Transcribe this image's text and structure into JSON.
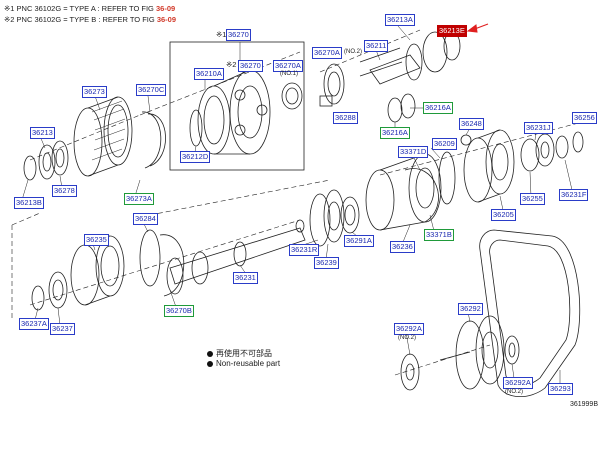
{
  "header": {
    "line1_prefix": "※1 PNC 36102G = TYPE A : REFER TO FIG",
    "line1_fig": "36-09",
    "line2_prefix": "※2 PNC 36102G = TYPE B : REFER TO FIG",
    "line2_fig": "36-09"
  },
  "marks": {
    "m1": "※1",
    "m2": "※2"
  },
  "notes": {
    "no2_a": "(NO.2)",
    "no1": "(NO.1)",
    "no2_b": "(NO.2)",
    "no2_c": "(NO.2)"
  },
  "labels": {
    "p36270": "36270",
    "p36270a_top": "36270A",
    "p36213a": "36213A",
    "p36213e": "36213E",
    "p36211": "36211",
    "p36270_inner": "36270",
    "p36270a_inner": "36270A",
    "p36210a": "36210A",
    "p36288": "36288",
    "p36216a_1": "36216A",
    "p36216a_2": "36216A",
    "p36273": "36273",
    "p36270c": "36270C",
    "p36213": "36213",
    "p36278": "36278",
    "p36213b": "36213B",
    "p36273a": "36273A",
    "p36212d": "36212D",
    "p36248": "36248",
    "p36231j": "36231J",
    "p36256": "36256",
    "p33371d": "33371D",
    "p36209": "36209",
    "p36255": "36255",
    "p36231f": "36231F",
    "p36205": "36205",
    "p36284": "36284",
    "p36231r": "36231R",
    "p36291a": "36291A",
    "p36236": "36236",
    "p33371b": "33371B",
    "p36239": "36239",
    "p36235": "36235",
    "p36231": "36231",
    "p36270b": "36270B",
    "p36237a": "36237A",
    "p36237": "36237",
    "p36292a_1": "36292A",
    "p36292": "36292",
    "p36292a_2": "36292A",
    "p36293": "36293"
  },
  "legend": {
    "reuse_jp": "再使用不可部品",
    "reuse_en": "Non-reusable part"
  },
  "diagram_code": "361999B",
  "colors": {
    "label_border": "#2a3cc8",
    "label_green": "#1f9a3a",
    "highlight": "#c00000",
    "fig_ref": "#d23a2a",
    "arrow": "#e02020"
  }
}
